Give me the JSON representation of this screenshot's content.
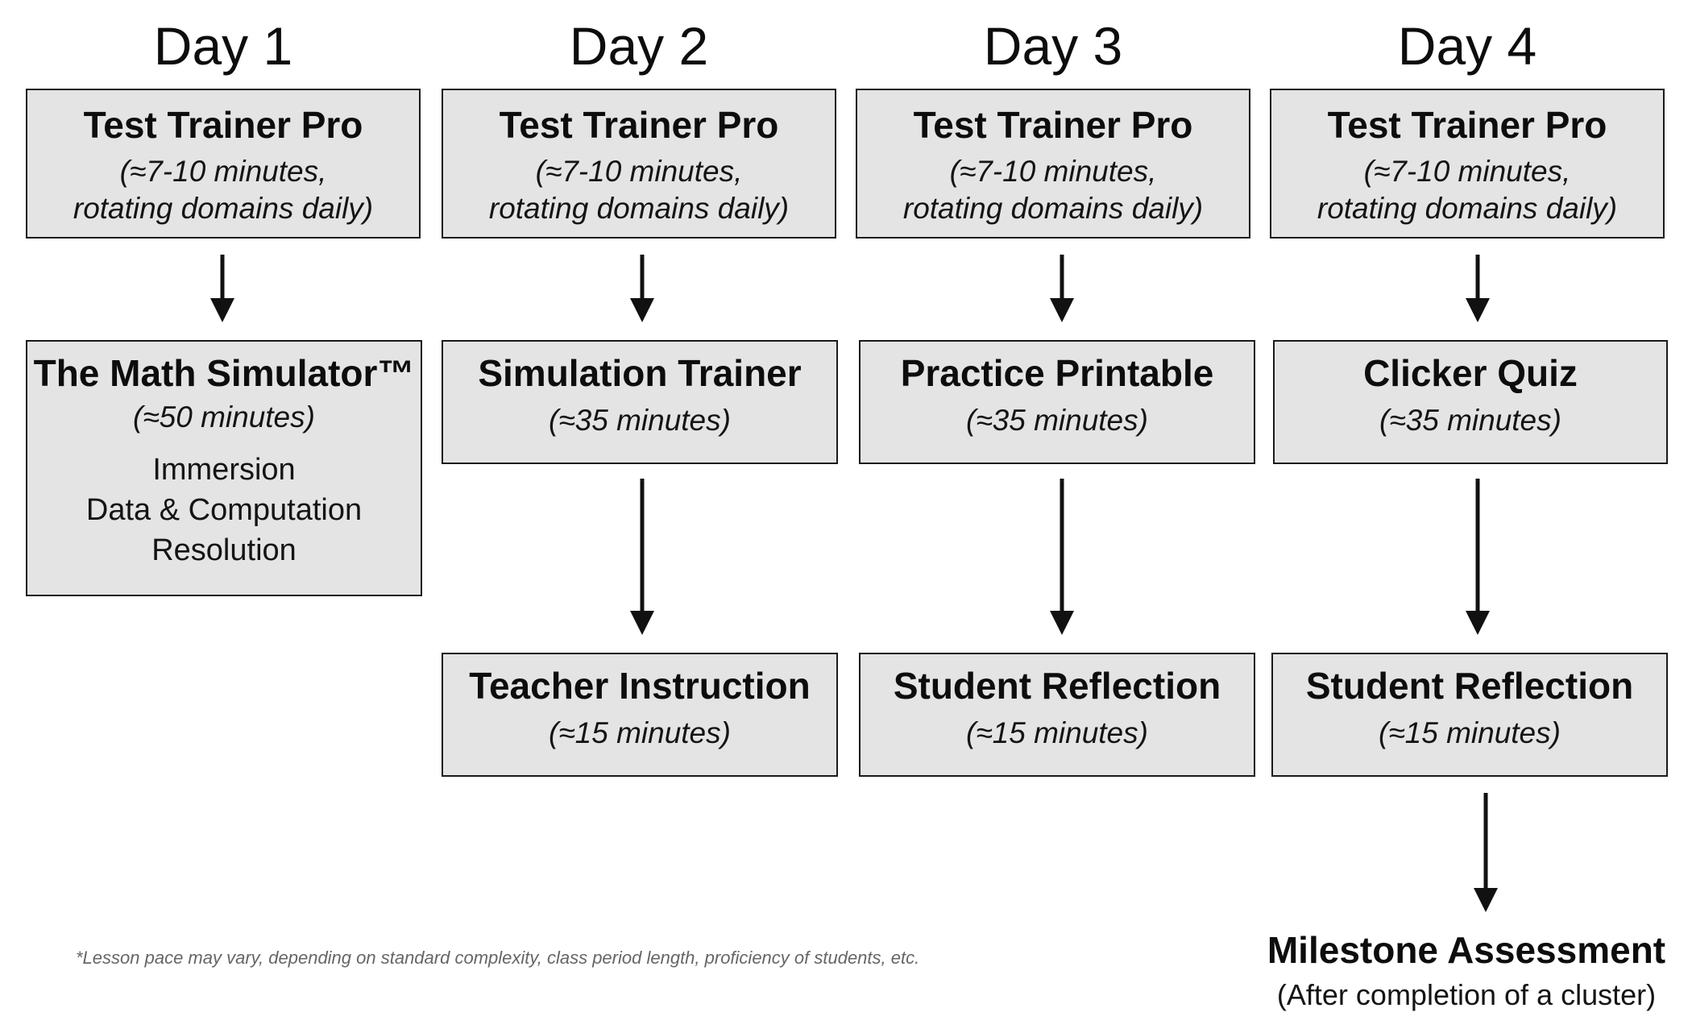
{
  "days": [
    {
      "label": "Day 1"
    },
    {
      "label": "Day 2"
    },
    {
      "label": "Day 3"
    },
    {
      "label": "Day 4"
    }
  ],
  "tier1": [
    {
      "title": "Test Trainer Pro",
      "sub1": "(≈7-10 minutes,",
      "sub2": "rotating domains daily)"
    },
    {
      "title": "Test Trainer Pro",
      "sub1": "(≈7-10 minutes,",
      "sub2": "rotating domains daily)"
    },
    {
      "title": "Test Trainer Pro",
      "sub1": "(≈7-10 minutes,",
      "sub2": "rotating domains daily)"
    },
    {
      "title": "Test Trainer Pro",
      "sub1": "(≈7-10 minutes,",
      "sub2": "rotating domains daily)"
    }
  ],
  "tier2": [
    {
      "title": "The Math Simulator™",
      "sub": "(≈50 minutes)",
      "items": [
        "Immersion",
        "Data & Computation",
        "Resolution"
      ]
    },
    {
      "title": "Simulation Trainer",
      "sub": "(≈35 minutes)"
    },
    {
      "title": "Practice Printable",
      "sub": "(≈35 minutes)"
    },
    {
      "title": "Clicker Quiz",
      "sub": "(≈35 minutes)"
    }
  ],
  "tier3": [
    {
      "title": "Teacher Instruction",
      "sub": "(≈15 minutes)"
    },
    {
      "title": "Student Reflection",
      "sub": "(≈15 minutes)"
    },
    {
      "title": "Student Reflection",
      "sub": "(≈15 minutes)"
    }
  ],
  "milestone": {
    "title": "Milestone Assessment",
    "sub": "(After completion of a cluster)"
  },
  "footnote": "*Lesson pace may vary, depending on standard complexity, class period length, proficiency of students, etc."
}
